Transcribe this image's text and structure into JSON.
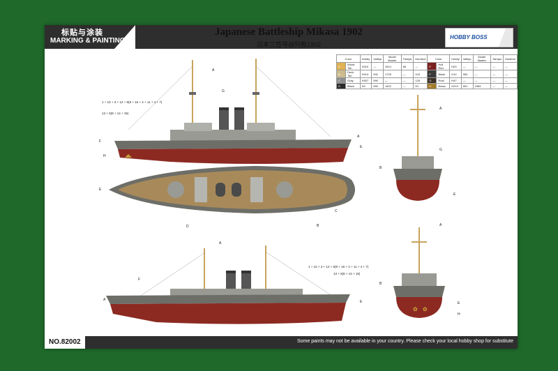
{
  "header": {
    "cn": "标贴与涂装",
    "en": "MARKING & PAINTING",
    "title": "Japanese Battleship Mikasa 1902",
    "subtitle": "日本三笠号战列舰1902",
    "brand": "HOBBY BOSS"
  },
  "color_table": {
    "headers": [
      "Color",
      "Hobby",
      "Vallejo",
      "Model Master",
      "Tamiya",
      "Humbrol",
      "Color",
      "Hobby",
      "Vallejo",
      "Model Master",
      "Tamiya",
      "Humbrol"
    ],
    "rows": [
      {
        "key": "A",
        "swatch": "#e0b252",
        "name": "Wood Tan",
        "hobby": "H310",
        "vallejo": "—",
        "mm": "1514",
        "tamiya": "66",
        "hum": "—",
        "key2": "E",
        "swatch2": "#7b1f1f",
        "name2": "Hull Red",
        "hobby2": "H29",
        "vallejo2": "—",
        "mm2": "—",
        "tamiya2": "—",
        "hum2": "—"
      },
      {
        "key": "B",
        "swatch": "#cdbb8e",
        "name": "Deck Tan",
        "hobby": "H313",
        "vallejo": "932",
        "mm": "1725",
        "tamiya": "—",
        "hum": "103",
        "key2": "F",
        "swatch2": "#3a3a3a",
        "name2": "Black",
        "hobby2": "H12",
        "vallejo2": "950",
        "mm2": "—",
        "tamiya2": "—",
        "hum2": "—"
      },
      {
        "key": "C",
        "swatch": "#8d8d8d",
        "name": "Gray",
        "hobby": "H307",
        "vallejo": "990",
        "mm": "—",
        "tamiya": "—",
        "hum": "126",
        "key2": "G",
        "swatch2": "#3b3026",
        "name2": "Rust",
        "hobby2": "H47",
        "vallejo2": "—",
        "mm2": "—",
        "tamiya2": "—",
        "hum2": "—"
      },
      {
        "key": "D",
        "swatch": "#2a2a2a",
        "name": "Black",
        "hobby": "H2",
        "vallejo": "950",
        "mm": "1402",
        "tamiya": "—",
        "hum": "33",
        "key2": "H",
        "swatch2": "#a37b2a",
        "name2": "Brass",
        "hobby2": "H219",
        "vallejo2": "801",
        "mm2": "1584",
        "tamiya2": "—",
        "hum2": "—"
      }
    ]
  },
  "labels": {
    "A": "A",
    "B": "B",
    "C": "C",
    "D": "D",
    "E": "E",
    "F": "F",
    "G": "G",
    "H": "H"
  },
  "formulas": {
    "f1": "1 + 10 + 3 + 12 + 5(9 + 16 + 2 + 11 + 4 + 7)",
    "f2": "13 + 6(8 + 14 + 15)"
  },
  "footer": {
    "product_no": "NO.82002",
    "note": "Some paints may not be available in your country. Please check your local hobby shop for substitute"
  },
  "colors": {
    "hull_red": "#8c2a22",
    "hull_gray": "#6e6e68",
    "deck": "#a88a5a",
    "background": "#1f6a2b",
    "header_bar": "#2e2e2e"
  }
}
